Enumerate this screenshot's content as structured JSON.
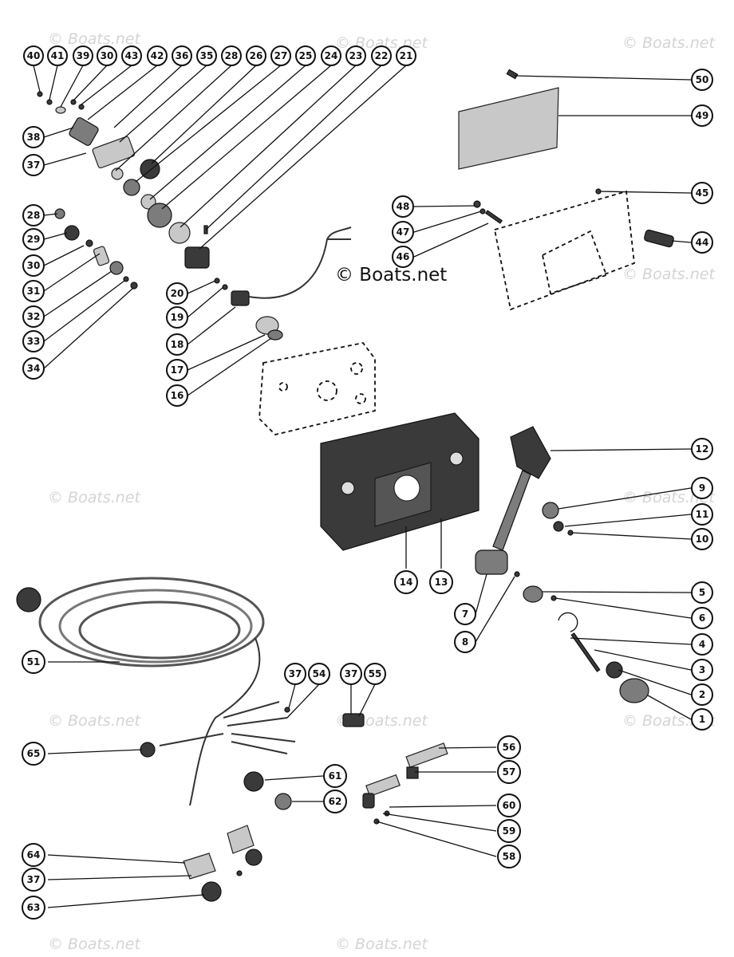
{
  "watermarks": [
    "© Boats.net",
    "© Boats.net",
    "© Boats.net",
    "© Boats.net",
    "© Boats.net",
    "© Boats.net",
    "© Boats.net",
    "© Boats.net",
    "© Boats.net",
    "© Boats.net",
    "© Boats.net"
  ],
  "main_watermark": "© Boats.net",
  "callouts": {
    "top_row": [
      "40",
      "41",
      "39",
      "30",
      "43",
      "42",
      "36",
      "35",
      "28",
      "26",
      "27",
      "25",
      "24",
      "23",
      "22",
      "21"
    ],
    "left_col": [
      "38",
      "37",
      "28",
      "29",
      "30",
      "31",
      "32",
      "33",
      "34"
    ],
    "mid_col": [
      "20",
      "19",
      "18",
      "17",
      "16"
    ],
    "top_right": [
      "50",
      "49",
      "45",
      "48",
      "47",
      "46",
      "44"
    ],
    "right_col": [
      "12",
      "9",
      "11",
      "10",
      "5",
      "6",
      "4",
      "3",
      "2",
      "1"
    ],
    "center": [
      "14",
      "13",
      "7",
      "8"
    ],
    "bottom": [
      "51",
      "37",
      "54",
      "37",
      "55",
      "65",
      "56",
      "57",
      "61",
      "62",
      "60",
      "59",
      "58",
      "64",
      "37",
      "63"
    ]
  },
  "colors": {
    "ink": "#111111",
    "watermark": "#d4d4d4",
    "background": "#ffffff"
  }
}
